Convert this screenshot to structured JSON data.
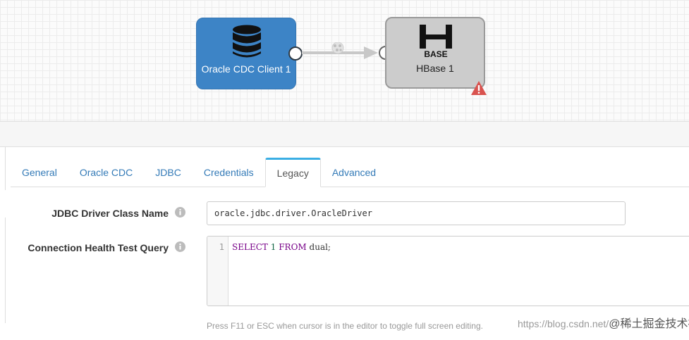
{
  "pipeline": {
    "origin_stage": {
      "label": "Oracle CDC Client 1",
      "icon": "database-icon",
      "color": "#3d84c6"
    },
    "destination_stage": {
      "label": "HBase 1",
      "icon": "hbase-logo-icon",
      "logo_text": "BASE",
      "color": "#cccccc"
    },
    "connector_icon": "record-flow-icon",
    "warning_icon": "warning-triangle-icon",
    "warning_color": "#d9534f"
  },
  "tabs": [
    {
      "label": "General",
      "active": false
    },
    {
      "label": "Oracle CDC",
      "active": false
    },
    {
      "label": "JDBC",
      "active": false
    },
    {
      "label": "Credentials",
      "active": false
    },
    {
      "label": "Legacy",
      "active": true
    },
    {
      "label": "Advanced",
      "active": false
    }
  ],
  "fields": {
    "driver_class": {
      "label": "JDBC Driver Class Name",
      "value": "oracle.jdbc.driver.OracleDriver"
    },
    "health_query": {
      "label": "Connection Health Test Query",
      "line_number": "1",
      "code": {
        "kw1": "SELECT",
        "num": "1",
        "kw2": "FROM",
        "rest": "dual;"
      },
      "hint": "Press F11 or ESC when cursor is in the editor to toggle full screen editing."
    }
  },
  "watermark": {
    "prefix": "https://blog.csdn.net/",
    "text": "@稀土掘金技术社区"
  },
  "colors": {
    "tab_link": "#337ab7",
    "tab_active_accent": "#3aaee4",
    "keyword": "#770088"
  }
}
